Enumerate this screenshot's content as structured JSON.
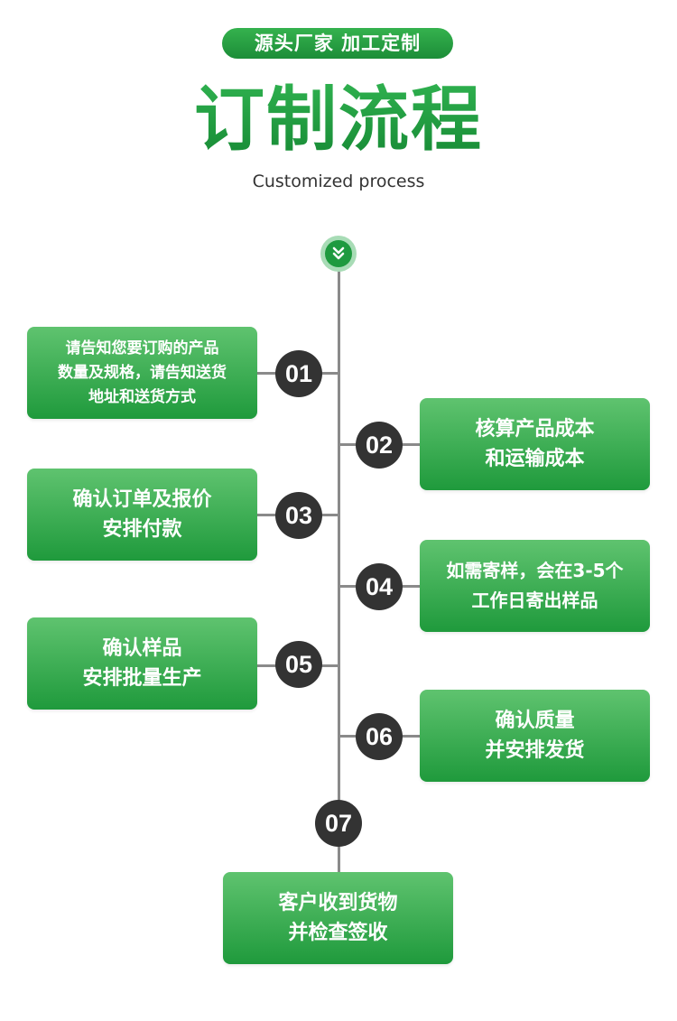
{
  "header": {
    "badge": "源头厂家 加工定制",
    "title": "订制流程",
    "subtitle": "Customized process"
  },
  "start_icon": "double-chevron-down-icon",
  "colors": {
    "accent": "#1e9a3f",
    "box_gradient_top": "#5fc36f",
    "box_gradient_bottom": "#1f9a3c",
    "step_circle": "#333333",
    "line": "#8a8a8a"
  },
  "steps": [
    {
      "number": "01",
      "lines": [
        "请告知您要订购的产品",
        "数量及规格，请告知送货",
        "地址和送货方式"
      ]
    },
    {
      "number": "02",
      "lines": [
        "核算产品成本",
        "和运输成本"
      ]
    },
    {
      "number": "03",
      "lines": [
        "确认订单及报价",
        "安排付款"
      ]
    },
    {
      "number": "04",
      "lines": [
        "如需寄样，会在3-5个",
        "工作日寄出样品"
      ]
    },
    {
      "number": "05",
      "lines": [
        "确认样品",
        "安排批量生产"
      ]
    },
    {
      "number": "06",
      "lines": [
        "确认质量",
        "并安排发货"
      ]
    },
    {
      "number": "07",
      "lines": [
        "客户收到货物",
        "并检查签收"
      ]
    }
  ]
}
